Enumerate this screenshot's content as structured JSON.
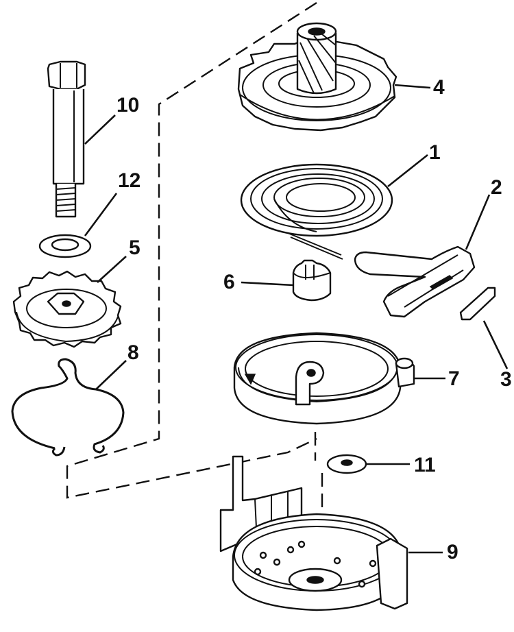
{
  "callouts": [
    {
      "id": "10",
      "text": "10"
    },
    {
      "id": "12",
      "text": "12"
    },
    {
      "id": "5",
      "text": "5"
    },
    {
      "id": "8",
      "text": "8"
    },
    {
      "id": "4",
      "text": "4"
    },
    {
      "id": "1",
      "text": "1"
    },
    {
      "id": "2",
      "text": "2"
    },
    {
      "id": "6",
      "text": "6"
    },
    {
      "id": "7",
      "text": "7"
    },
    {
      "id": "3",
      "text": "3"
    },
    {
      "id": "11",
      "text": "11"
    },
    {
      "id": "9",
      "text": "9"
    }
  ]
}
